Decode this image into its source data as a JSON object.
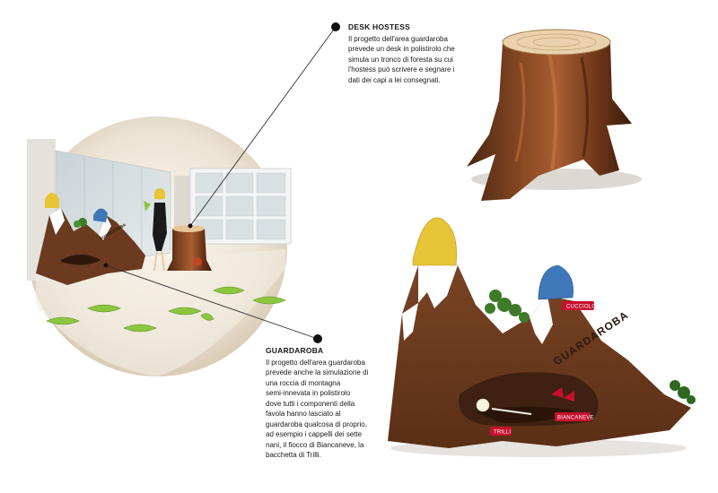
{
  "desk_hostess": {
    "title": "DESK HOSTESS",
    "description": "Il progetto dell'area guardaroba\nprevede un desk in polistirolo che\nsimula un tronco di foresta su cui\nl'hostess può scrivere e segnare i\ndati dei capi a lei consegnati."
  },
  "guardaroba": {
    "title": "GUARDAROBA",
    "description": "Il progetto dell'area guardaroba\nprevede anche la simulazione di\nuna roccia di montagna\nsemi-innevata in polistirolo\ndove tutti i componenti della\nfavola hanno lasciato al\nguardaroba qualcosa di proprio,\nad esempio i cappelli dei  sette\nnani, il fiocco di Biancaneve, la\nbacchetta di Trilli."
  },
  "rock_labels": {
    "main": "GUARDAROBA",
    "cucciolo": "CUCCIOLO",
    "biancaneve": "BIANCANEVE",
    "trilli": "TRILLI"
  },
  "colors": {
    "brown": "#6b3a1f",
    "dark_brown": "#3e2110",
    "red_tag": "#c8102e",
    "yellow_hat": "#e8c437",
    "blue_hat": "#3f78b8",
    "leaf_green": "#8cc63f",
    "circle_bg": "#e6dccb"
  }
}
